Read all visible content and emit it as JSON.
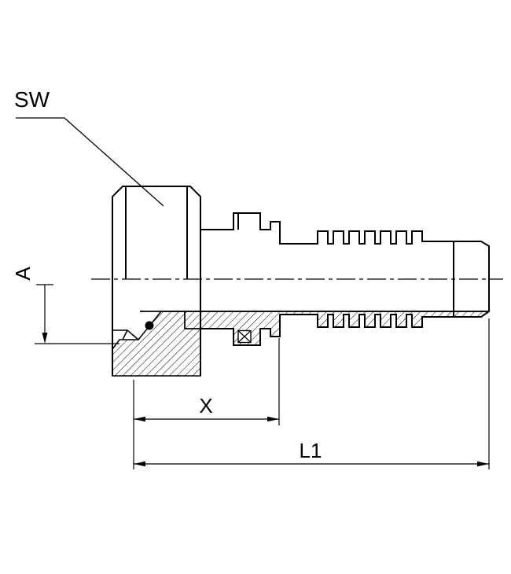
{
  "drawing": {
    "kind": "technical-section-drawing",
    "subject": "hose-fitting-with-female-nut-and-barbed-stem",
    "labels": {
      "sw": "SW",
      "a": "A",
      "x": "X",
      "l1": "L1"
    },
    "colors": {
      "ink": "#000000",
      "paper": "#ffffff"
    }
  }
}
